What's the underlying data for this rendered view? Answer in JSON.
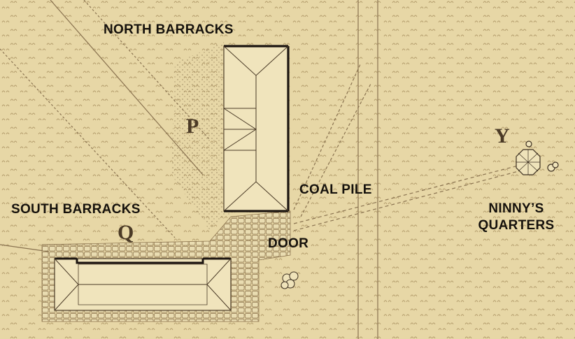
{
  "labels": {
    "north_barracks": "NORTH BARRACKS",
    "south_barracks": "SOUTH BARRACKS",
    "coal_pile": "COAL PILE",
    "door": "DOOR",
    "ninnys_quarters_line1": "NINNY’S",
    "ninnys_quarters_line2": "QUARTERS"
  },
  "map_letters": {
    "p": "P",
    "q": "Q",
    "y": "Y"
  },
  "colors": {
    "parchment": "#e7d7a6",
    "ink": "#5a4630",
    "wall": "#1c1510",
    "label_text": "#15110c"
  }
}
